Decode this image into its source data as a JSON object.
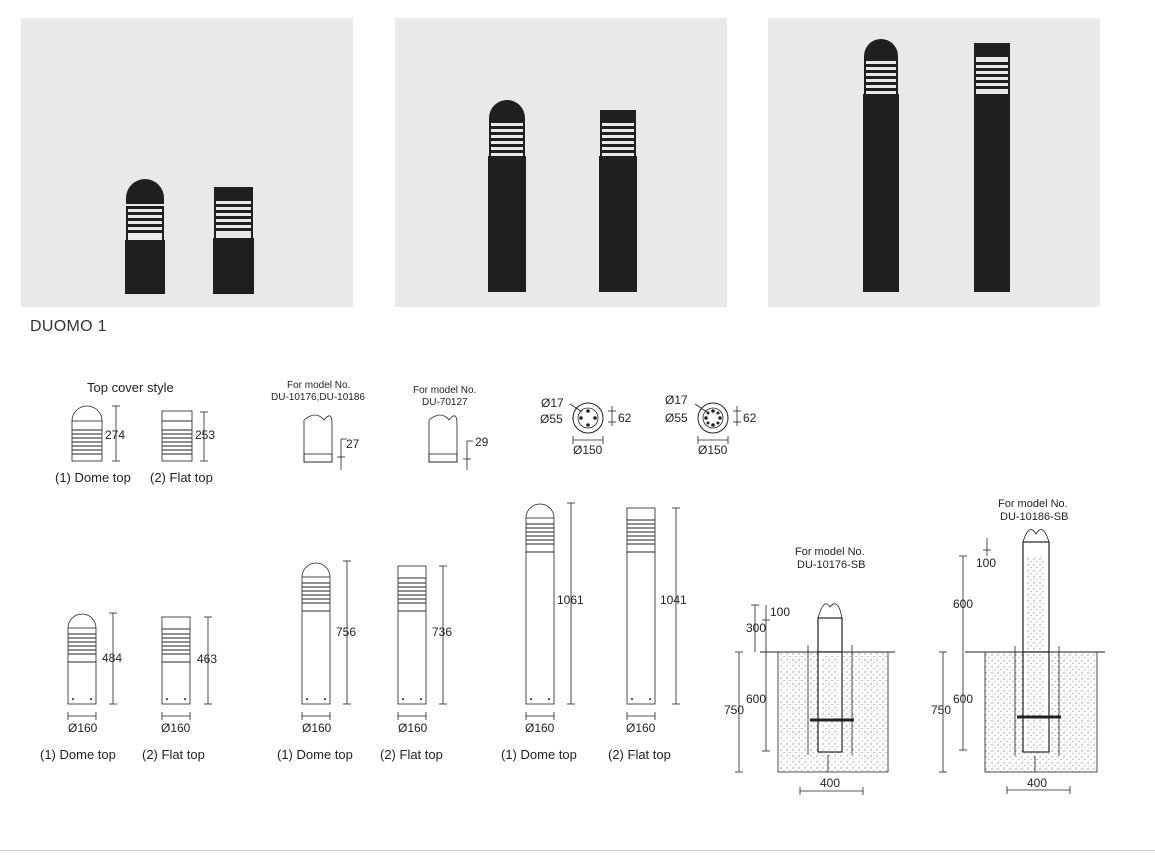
{
  "product": {
    "title": "DUOMO 1"
  },
  "top_cover": {
    "heading": "Top cover style",
    "dome_label": "(1) Dome top",
    "flat_label": "(2) Flat top",
    "dome_height": "274",
    "flat_height": "253"
  },
  "model_notes": {
    "note_a_line1": "For model No.",
    "note_a_line2": "DU-10176,DU-10186",
    "note_a_dim": "27",
    "note_b_line1": "For model No.",
    "note_b_line2": "DU-70127",
    "note_b_dim": "29"
  },
  "base_plates": [
    {
      "bolt": "Ø17",
      "inner": "Ø55",
      "outer": "Ø150",
      "height": "62"
    },
    {
      "bolt": "Ø17",
      "inner": "Ø55",
      "outer": "Ø150",
      "height": "62"
    }
  ],
  "bollards": [
    {
      "label": "(1) Dome top",
      "height": "484",
      "diameter": "Ø160"
    },
    {
      "label": "(2) Flat top",
      "height": "463",
      "diameter": "Ø160"
    },
    {
      "label": "(1) Dome top",
      "height": "756",
      "diameter": "Ø160"
    },
    {
      "label": "(2) Flat top",
      "height": "736",
      "diameter": "Ø160"
    },
    {
      "label": "(1) Dome top",
      "height": "1061",
      "diameter": "Ø160"
    },
    {
      "label": "(2) Flat top",
      "height": "1041",
      "diameter": "Ø160"
    }
  ],
  "installations": [
    {
      "line1": "For model No.",
      "line2": "DU-10176-SB",
      "d_top": "100",
      "d_above": "300",
      "d_below": "600",
      "d_depth": "750",
      "d_width": "400"
    },
    {
      "line1": "For model No.",
      "line2": "DU-10186-SB",
      "d_top": "100",
      "d_above": "600",
      "d_below": "600",
      "d_depth": "750",
      "d_width": "400"
    }
  ],
  "colors": {
    "photo_bg": "#e9e9e9",
    "bollard": "#1f1f1f",
    "line": "#222222"
  }
}
